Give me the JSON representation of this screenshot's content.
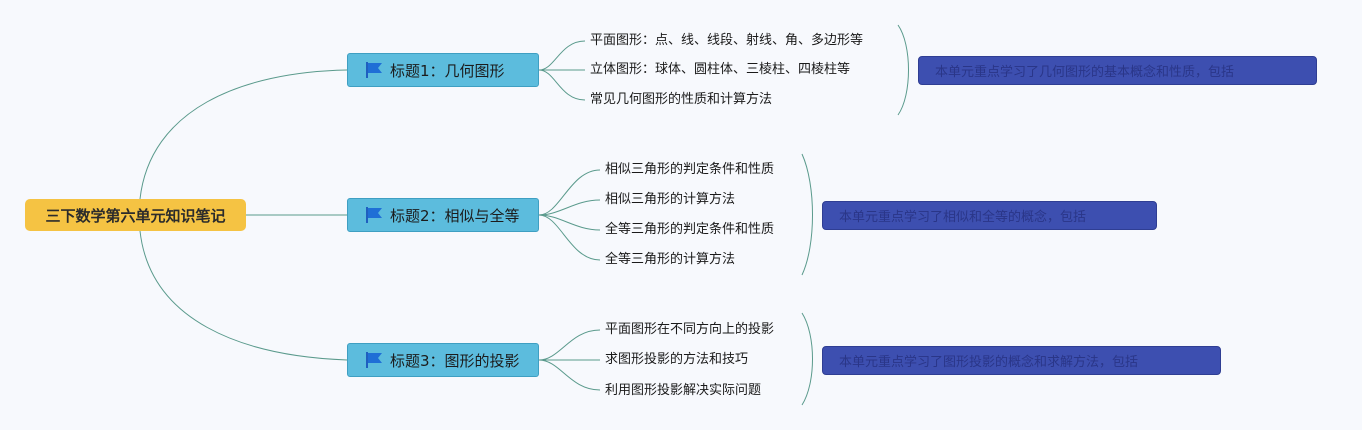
{
  "root": {
    "title": "三下数学第六单元知识笔记"
  },
  "colors": {
    "root_fill": "#f5c343",
    "topic_fill": "#5cbcdd",
    "summary_fill": "#3d4fb0",
    "link_stroke": "#5a9a8c"
  },
  "topics": [
    {
      "title": "标题1：几何图形",
      "icon": "flag-icon",
      "items": [
        "平面图形：点、线、线段、射线、角、多边形等",
        "立体图形：球体、圆柱体、三棱柱、四棱柱等",
        "常见几何图形的性质和计算方法"
      ],
      "summary": "本单元重点学习了几何图形的基本概念和性质，包括"
    },
    {
      "title": "标题2：相似与全等",
      "icon": "flag-icon",
      "items": [
        "相似三角形的判定条件和性质",
        "相似三角形的计算方法",
        "全等三角形的判定条件和性质",
        "全等三角形的计算方法"
      ],
      "summary": "本单元重点学习了相似和全等的概念，包括"
    },
    {
      "title": "标题3：图形的投影",
      "icon": "flag-icon",
      "items": [
        "平面图形在不同方向上的投影",
        "求图形投影的方法和技巧",
        "利用图形投影解决实际问题"
      ],
      "summary": "本单元重点学习了图形投影的概念和求解方法，包括"
    }
  ]
}
